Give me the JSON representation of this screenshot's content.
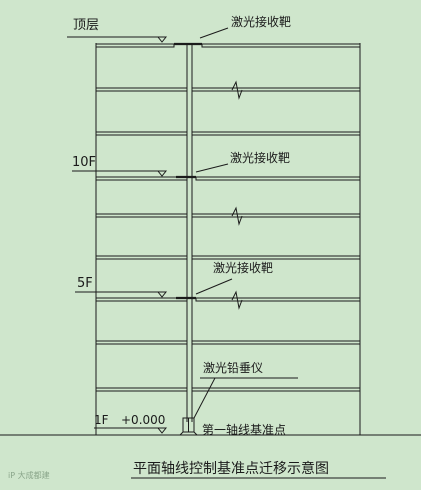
{
  "labels": {
    "top_floor": "顶层",
    "floor_10": "10F",
    "floor_5": "5F",
    "floor_1": "1F",
    "elevation": "+0.000",
    "laser_target": "激光接收靶",
    "laser_plumb": "激光铅垂仪",
    "base_point": "第一轴线基准点",
    "caption": "平面轴线控制基准点迁移示意图",
    "watermark": "iP 大成都建"
  },
  "colors": {
    "background": "#cfe6cc",
    "ink": "#1b1b1b"
  }
}
